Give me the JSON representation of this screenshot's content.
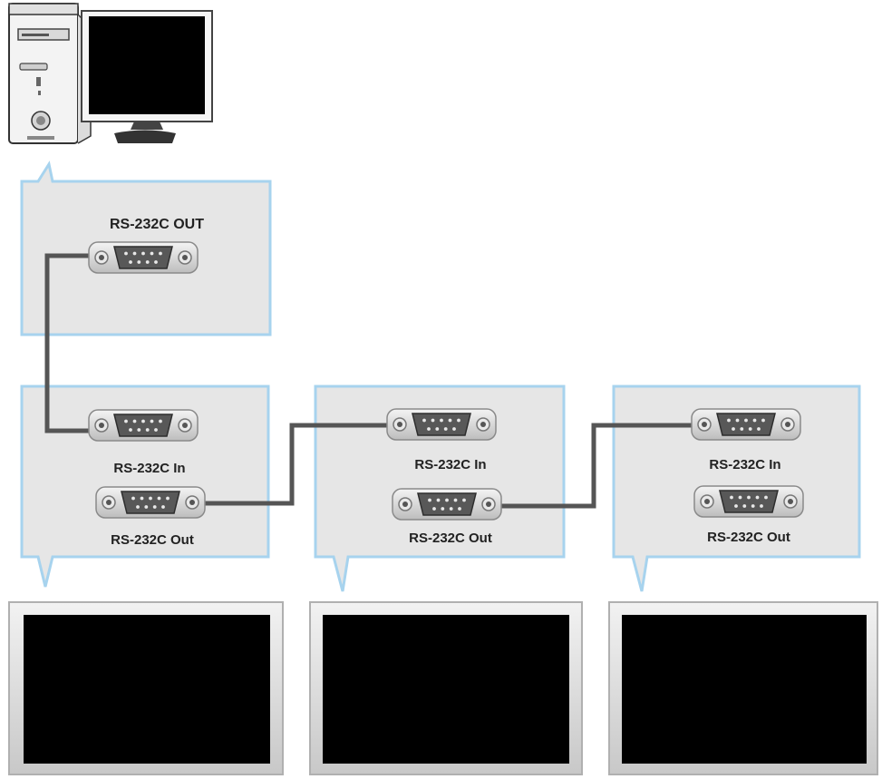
{
  "pc_panel": {
    "port_label": "RS-232C OUT"
  },
  "displays": [
    {
      "in_label": "RS-232C In",
      "out_label": "RS-232C Out"
    },
    {
      "in_label": "RS-232C In",
      "out_label": "RS-232C Out"
    },
    {
      "in_label": "RS-232C In",
      "out_label": "RS-232C Out"
    }
  ],
  "colors": {
    "callout_border": "#a7d3ee",
    "callout_fill": "#e6e6e6",
    "cable": "#555555",
    "screen": "#000000",
    "bezel": "#dcdcdc"
  },
  "icons": [
    "computer-tower-icon",
    "monitor-icon",
    "db9-connector-icon",
    "display-panel-icon"
  ]
}
